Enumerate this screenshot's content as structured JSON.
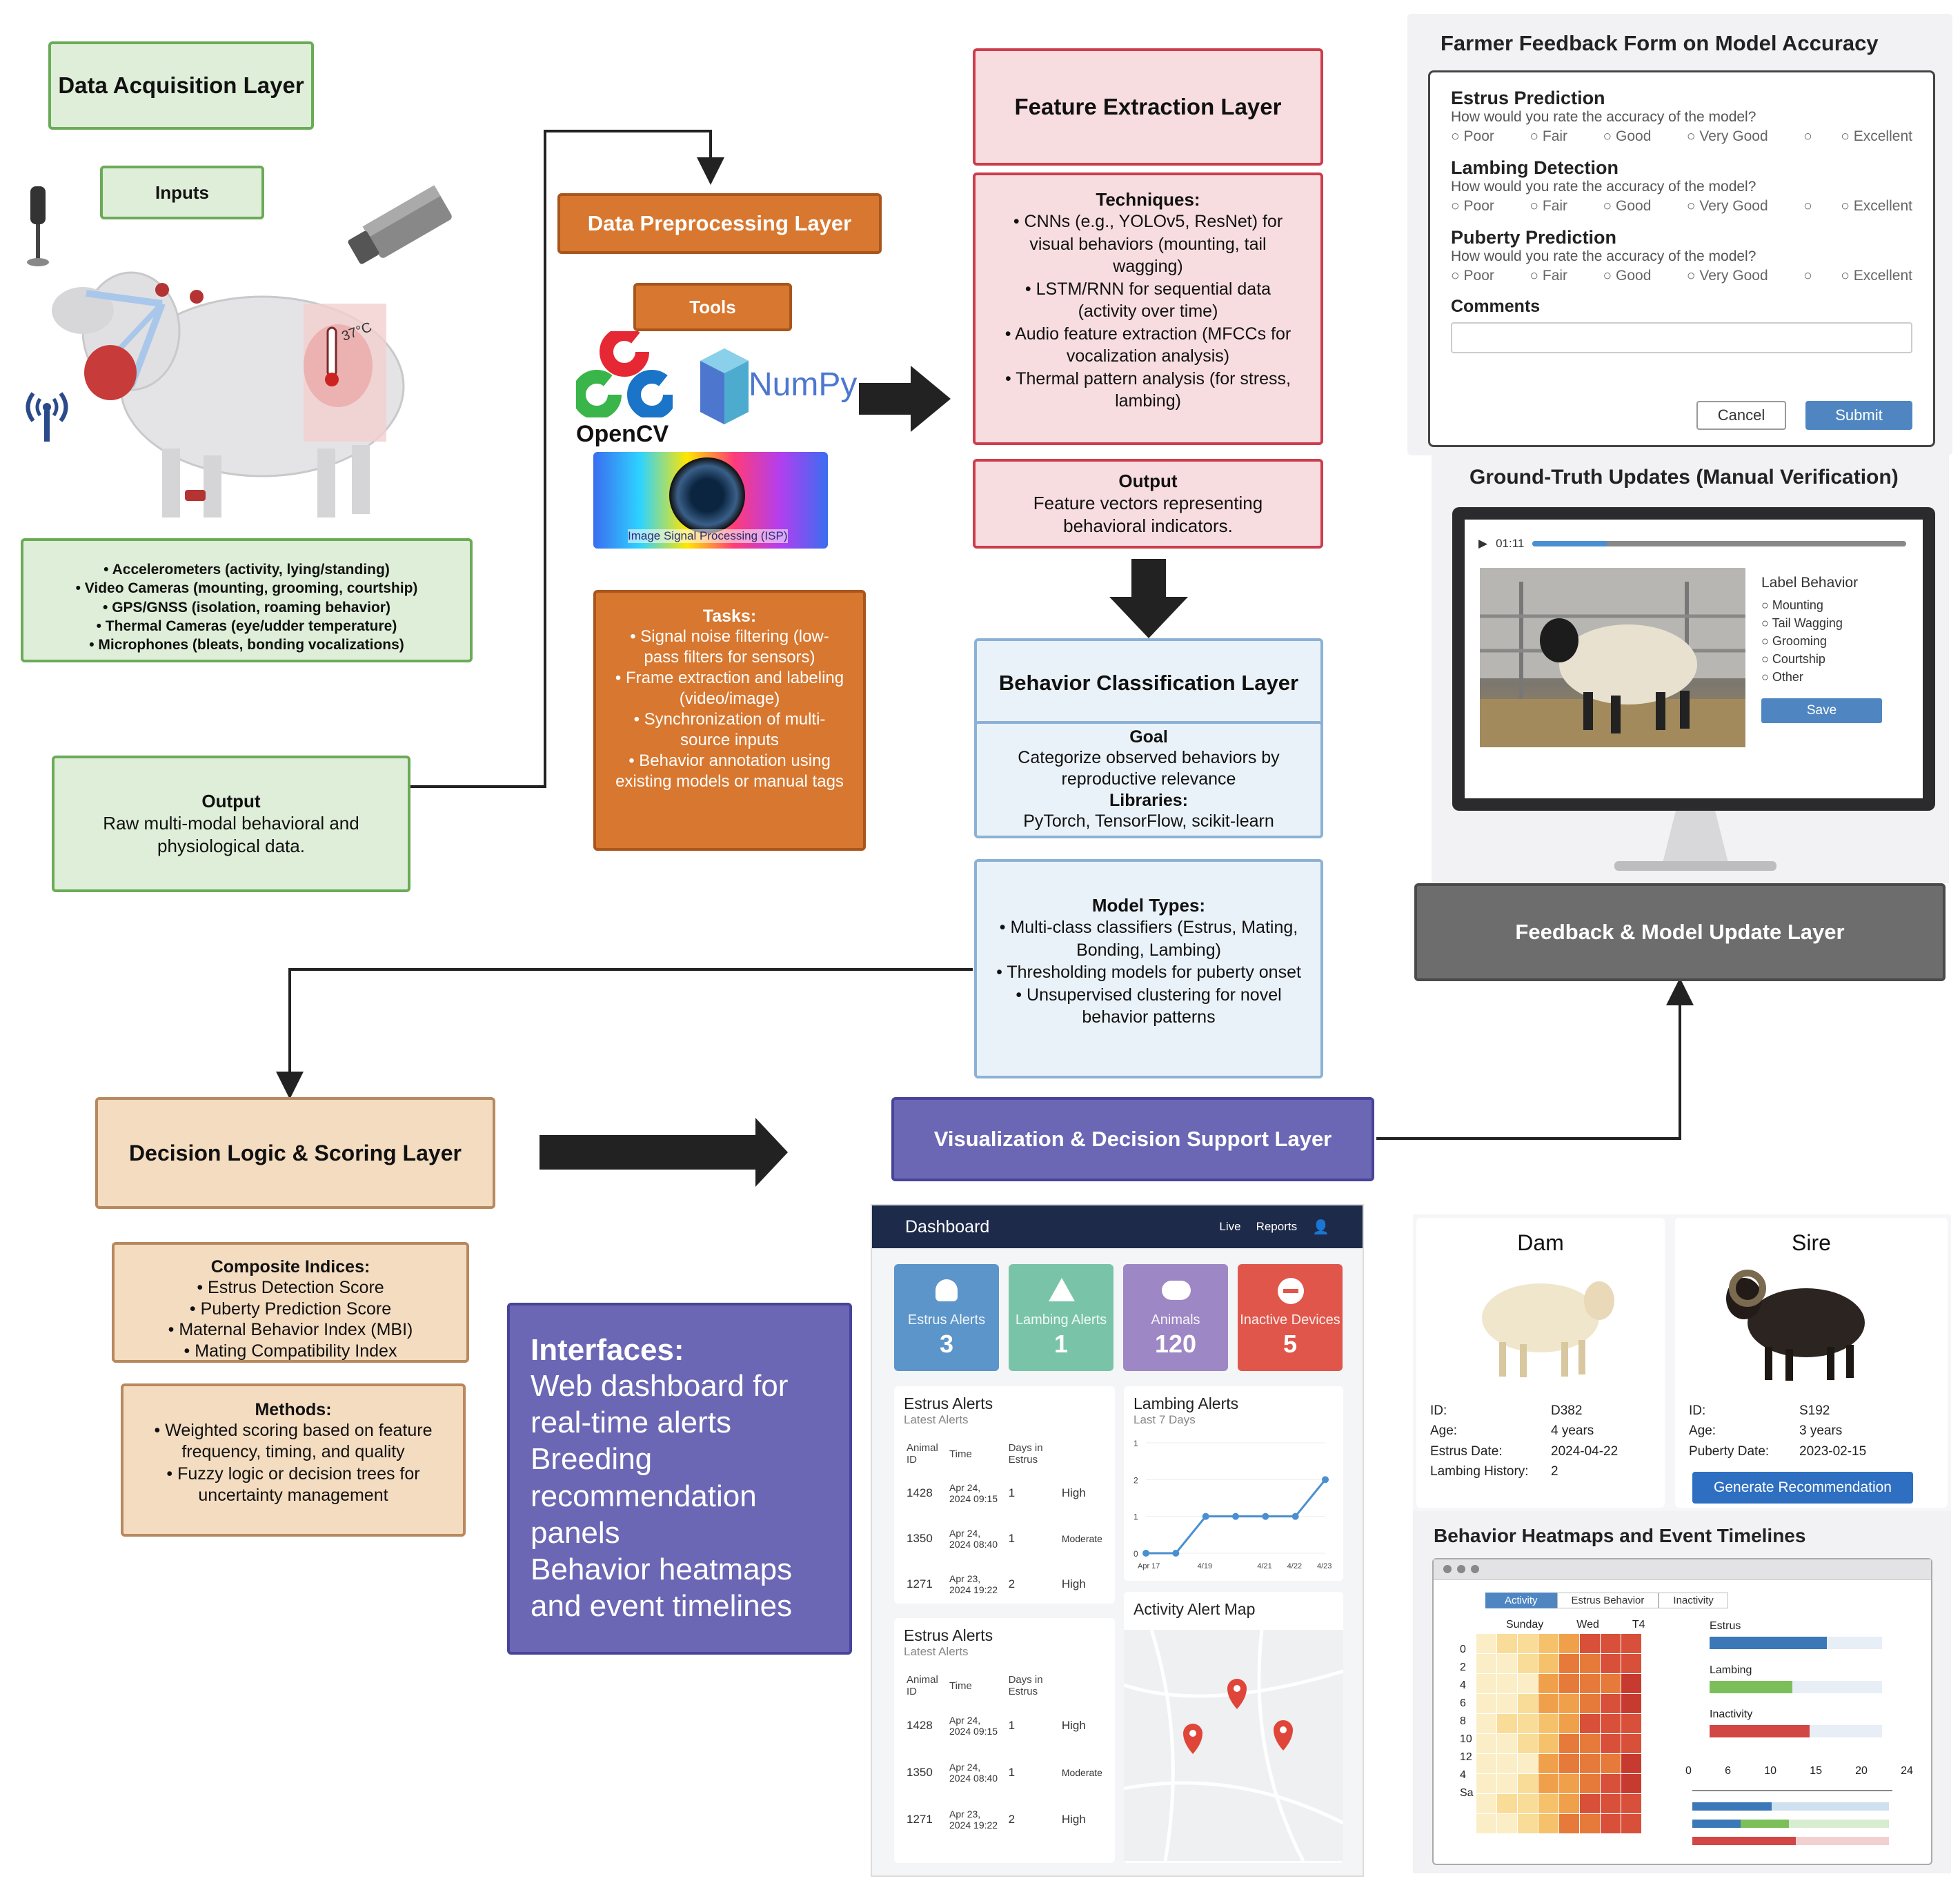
{
  "acquisition": {
    "title": "Data Acquisition Layer",
    "inputs_label": "Inputs",
    "thermo_label": "37°C",
    "sensors": [
      "Accelerometers (activity, lying/standing)",
      "Video Cameras (mounting, grooming, courtship)",
      "GPS/GNSS (isolation, roaming behavior)",
      "Thermal Cameras (eye/udder temperature)",
      "Microphones (bleats, bonding vocalizations)"
    ],
    "output_title": "Output",
    "output_text": "Raw multi-modal behavioral and physiological data."
  },
  "preprocessing": {
    "title": "Data Preprocessing Layer",
    "tools_label": "Tools",
    "opencv_label": "OpenCV",
    "numpy_label": "NumPy",
    "isp_label": "Image Signal Processing (ISP)",
    "tasks_title": "Tasks:",
    "tasks": [
      "Signal noise filtering (low-pass filters for sensors)",
      "Frame extraction and labeling (video/image)",
      "Synchronization of multi-source inputs",
      "Behavior annotation using existing models or manual tags"
    ]
  },
  "feature": {
    "title": "Feature Extraction Layer",
    "techniques_title": "Techniques:",
    "techniques": [
      "CNNs (e.g., YOLOv5, ResNet) for visual behaviors (mounting, tail wagging)",
      "LSTM/RNN for sequential data (activity over time)",
      "Audio feature extraction (MFCCs for vocalization analysis)",
      "Thermal pattern analysis (for stress, lambing)"
    ],
    "output_title": "Output",
    "output_text": "Feature vectors representing behavioral indicators."
  },
  "classification": {
    "title": "Behavior Classification Layer",
    "goal_title": "Goal",
    "goal_text": "Categorize observed behaviors by reproductive relevance",
    "libraries_title": "Libraries:",
    "libraries_text": "PyTorch, TensorFlow, scikit-learn",
    "model_title": "Model Types:",
    "models": [
      "Multi-class classifiers (Estrus, Mating, Bonding, Lambing)",
      "Thresholding models for puberty onset",
      "Unsupervised clustering for novel behavior patterns"
    ]
  },
  "decision": {
    "title": "Decision Logic & Scoring Layer",
    "composite_title": "Composite Indices:",
    "composite": [
      "Estrus Detection Score",
      "Puberty Prediction Score",
      "Maternal Behavior Index (MBI)",
      "Mating Compatibility Index"
    ],
    "methods_title": "Methods:",
    "methods": [
      "Weighted scoring based on feature frequency, timing, and quality",
      "Fuzzy logic or decision trees for uncertainty management"
    ]
  },
  "interfaces": {
    "title": "Interfaces:",
    "lines": [
      "Web dashboard for",
      "real-time alerts",
      "Breeding",
      "recommendation",
      "panels",
      "Behavior heatmaps",
      "and event timelines"
    ]
  },
  "visualization": {
    "title": "Visualization & Decision Support Layer"
  },
  "feedback_layer": {
    "title": "Feedback & Model Update Layer"
  },
  "feedback_form": {
    "title": "Farmer Feedback Form on Model Accuracy",
    "question": "How would you rate the accuracy of the model?",
    "sections": [
      "Estrus Prediction",
      "Lambing Detection",
      "Puberty Prediction"
    ],
    "options": [
      "Poor",
      "Fair",
      "Good",
      "Very Good",
      "",
      "Excellent"
    ],
    "comments_label": "Comments",
    "cancel": "Cancel",
    "submit": "Submit"
  },
  "ground_truth": {
    "title": "Ground-Truth Updates (Manual Verification)",
    "time": "01:11",
    "label_title": "Label Behavior",
    "labels": [
      "Mounting",
      "Tail Wagging",
      "Grooming",
      "Courtship",
      "Other"
    ],
    "save": "Save"
  },
  "dashboard": {
    "title": "Dashboard",
    "nav_live": "Live",
    "nav_reports": "Reports",
    "cards": [
      {
        "label": "Estrus Alerts",
        "value": "3",
        "color": "#5b95c9"
      },
      {
        "label": "Lambing Alerts",
        "value": "1",
        "color": "#79c4a9"
      },
      {
        "label": "Animals",
        "value": "120",
        "color": "#9d87c4"
      },
      {
        "label": "Inactive Devices",
        "value": "5",
        "color": "#e0564b"
      }
    ],
    "estrus_title": "Estrus Alerts",
    "estrus_sub": "Latest Alerts",
    "columns": [
      "Animal ID",
      "Time",
      "Days in Estrus",
      ""
    ],
    "rows": [
      [
        "1428",
        "Apr 24, 2024 09:15",
        "1",
        "High"
      ],
      [
        "1350",
        "Apr 24, 2024 08:40",
        "1",
        "Moderate"
      ],
      [
        "1271",
        "Apr 23, 2024 19:22",
        "2",
        "High"
      ]
    ],
    "lambing_title": "Lambing Alerts",
    "lambing_sub": "Last 7 Days",
    "lambing_y_ticks": [
      "1",
      "2",
      "1",
      "0"
    ],
    "lambing_x_ticks": [
      "Apr 17",
      "4/19",
      "4/21",
      "4/22",
      "4/23"
    ],
    "map_title": "Activity Alert Map"
  },
  "chart_data": {
    "type": "line",
    "title": "Lambing Alerts",
    "subtitle": "Last 7 Days",
    "x": [
      "Apr 17",
      "",
      "4/19",
      "",
      "4/21",
      "4/22",
      "4/23"
    ],
    "values": [
      0,
      0,
      1,
      1,
      1,
      1,
      2
    ],
    "ylim": [
      0,
      3
    ],
    "color": "#4a8fd1"
  },
  "pairing": {
    "dam_title": "Dam",
    "sire_title": "Sire",
    "dam_fields": [
      [
        "ID:",
        "D382"
      ],
      [
        "Age:",
        "4 years"
      ],
      [
        "Estrus Date:",
        "2024-04-22"
      ],
      [
        "Lambing History:",
        "2"
      ]
    ],
    "sire_fields": [
      [
        "ID:",
        "S192"
      ],
      [
        "Age:",
        "3 years"
      ],
      [
        "Puberty Date:",
        "2023-02-15"
      ]
    ],
    "button": "Generate Recommendation"
  },
  "heatmap": {
    "title": "Behavior Heatmaps and Event Timelines",
    "tabs": [
      "Activity",
      "Estrus Behavior",
      "Inactivity"
    ],
    "col_labels": [
      "Sunday",
      "Wed",
      "T4"
    ],
    "row_labels": [
      "0",
      "2",
      "4",
      "6",
      "8",
      "10",
      "12",
      "4",
      "Sa"
    ],
    "legend": [
      {
        "label": "Estrus",
        "color": "#3a78b8",
        "fill": 0.68
      },
      {
        "label": "Lambing",
        "color": "#7cbf5a",
        "fill": 0.48
      },
      {
        "label": "Inactivity",
        "color": "#d24646",
        "fill": 0.58
      }
    ],
    "axis_ticks": [
      "0",
      "6",
      "10",
      "15",
      "20",
      "24"
    ]
  },
  "colors": {
    "green": "#dfeed8",
    "orange": "#d8772f",
    "pink": "#f7dde0",
    "blue": "#eaf2f9",
    "tan": "#f4dcc0",
    "purple": "#6b67b5",
    "grey": "#6d6d6d",
    "dashboard_header": "#1e2a4a"
  }
}
